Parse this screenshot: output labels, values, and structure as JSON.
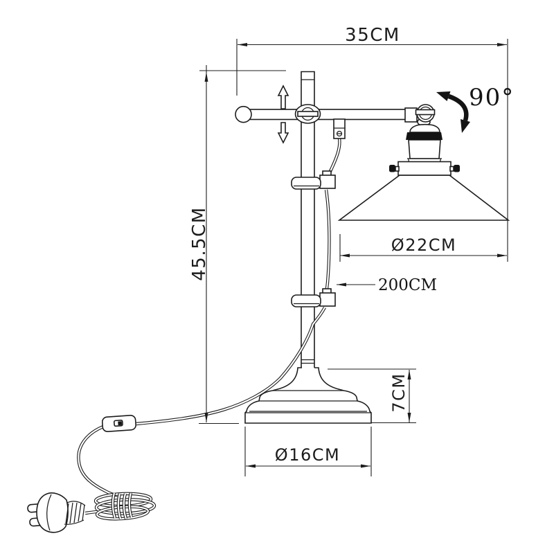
{
  "diagram": {
    "subject": "Adjustable table lamp - dimensional technical drawing",
    "background_color": "#ffffff",
    "line_color": "#1c1c1c",
    "dimensions": {
      "overall_width": "35CM",
      "overall_height": "45.5CM",
      "shade_diameter": "Ø22CM",
      "cable_length": "200CM",
      "base_height": "7CM",
      "base_diameter": "Ø16CM",
      "head_tilt_angle": "90°"
    }
  }
}
